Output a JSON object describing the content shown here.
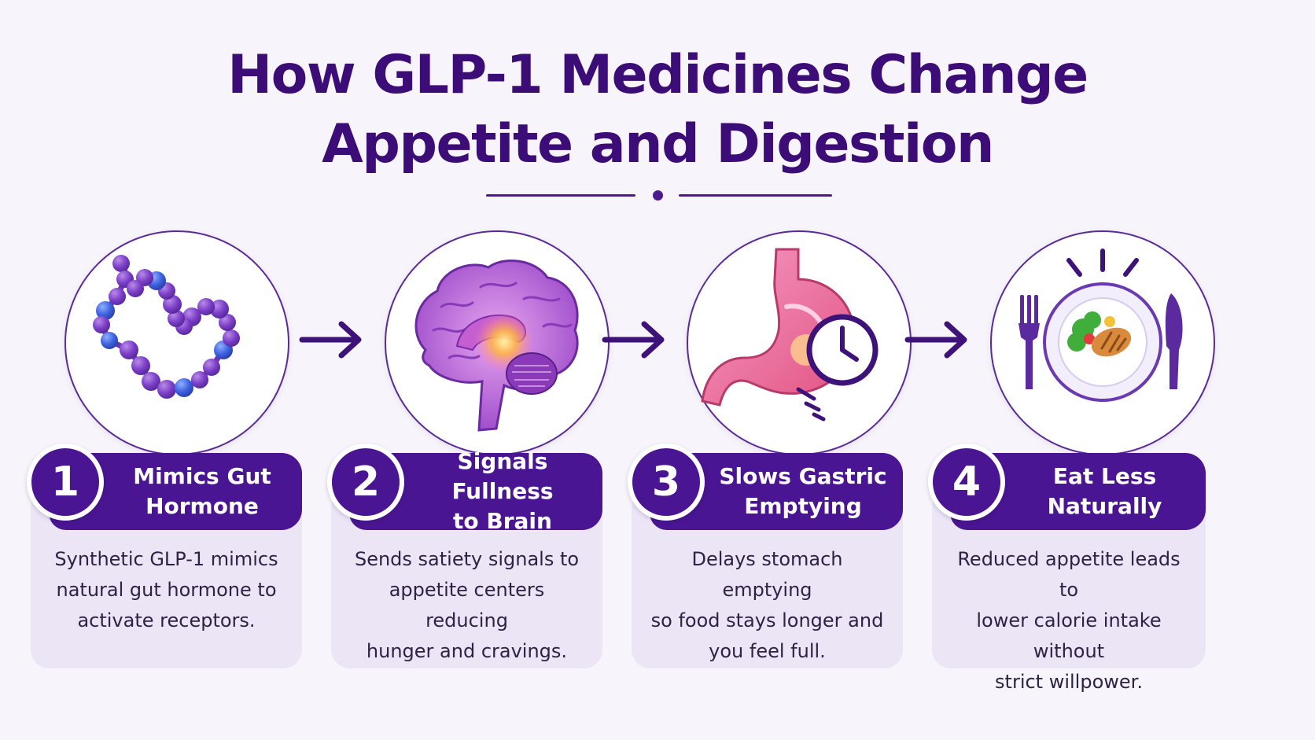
{
  "title": {
    "line1": "How GLP-1 Medicines Change",
    "line2": "Appetite and Digestion"
  },
  "colors": {
    "primary": "#4a1592",
    "title": "#3c0d77",
    "card": "#ece5f6",
    "background": "#f7f5fb",
    "text": "#2e2344"
  },
  "steps": [
    {
      "number": "1",
      "title_line1": "Mimics Gut",
      "title_line2": "Hormone",
      "text_line1": "Synthetic GLP-1 mimics",
      "text_line2": "natural gut hormone to",
      "text_line3": "activate receptors.",
      "icon": "molecule-icon"
    },
    {
      "number": "2",
      "title_line1": "Signals Fullness",
      "title_line2": "to Brain",
      "text_line1": "Sends satiety signals to",
      "text_line2": "appetite centers reducing",
      "text_line3": "hunger and cravings.",
      "icon": "brain-icon"
    },
    {
      "number": "3",
      "title_line1": "Slows Gastric",
      "title_line2": "Emptying",
      "text_line1": "Delays stomach emptying",
      "text_line2": "so food stays longer and",
      "text_line3": "you feel full.",
      "icon": "stomach-clock-icon"
    },
    {
      "number": "4",
      "title_line1": "Eat Less",
      "title_line2": "Naturally",
      "text_line1": "Reduced appetite leads to",
      "text_line2": "lower calorie intake without",
      "text_line3": "strict willpower.",
      "icon": "plate-utensils-icon"
    }
  ]
}
